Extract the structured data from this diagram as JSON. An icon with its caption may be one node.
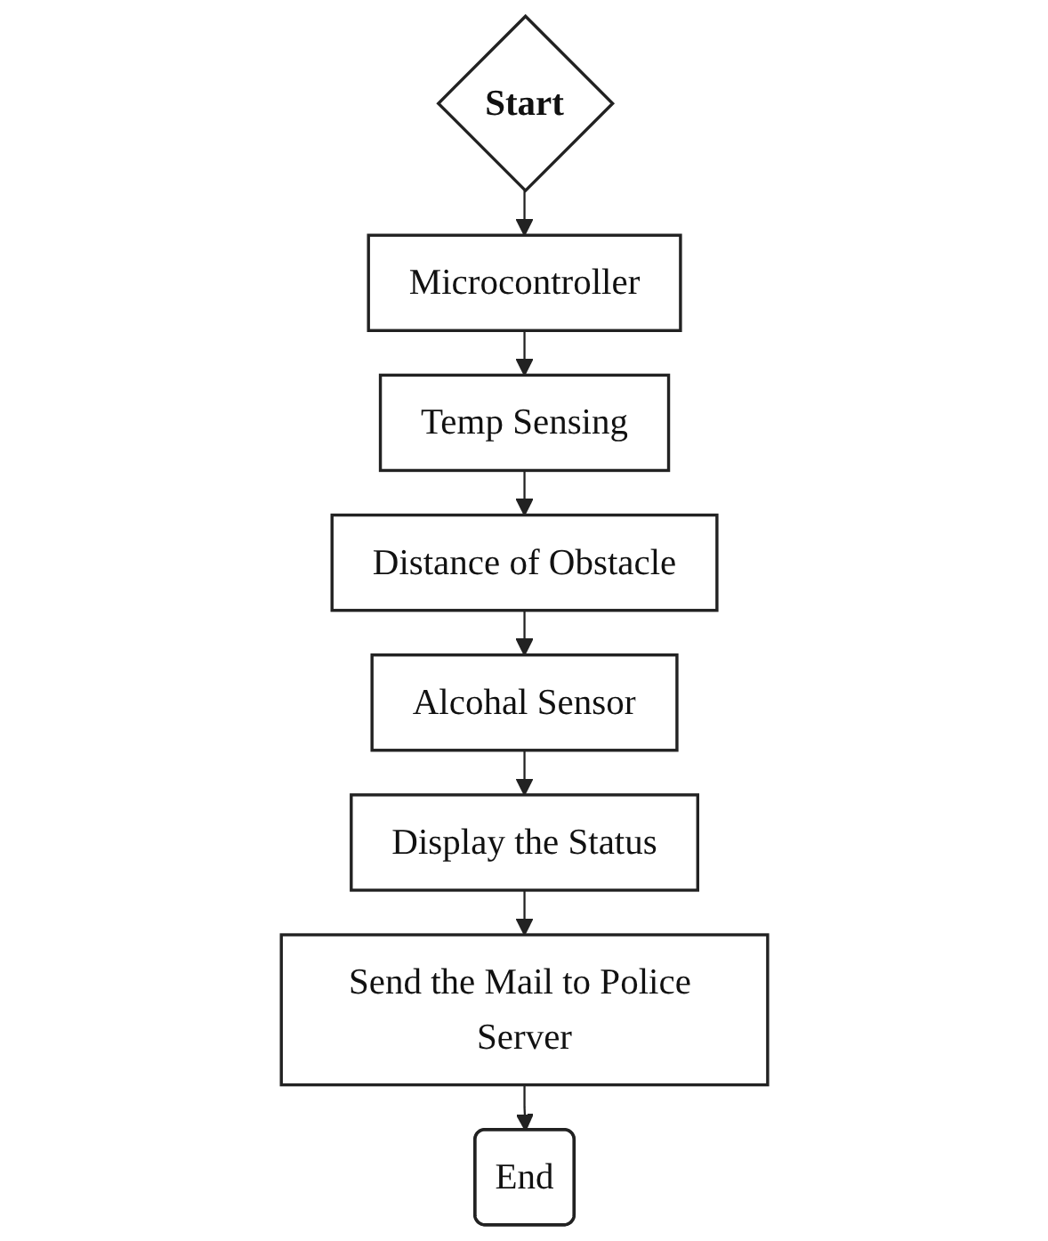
{
  "diagram": {
    "nodes": [
      {
        "text": [
          "Start"
        ]
      },
      {
        "text": [
          "Microcontroller"
        ]
      },
      {
        "text": [
          "Temp Sensing"
        ]
      },
      {
        "text": [
          "Distance of Obstacle"
        ]
      },
      {
        "text": [
          "Alcohal Sensor"
        ]
      },
      {
        "text": [
          "Display the Status"
        ]
      },
      {
        "text": [
          "Send the Mail to Police Server"
        ]
      },
      {
        "text": [
          "End"
        ]
      }
    ],
    "edges": [
      {
        "from": 0,
        "to": 1,
        "arrow": "to"
      },
      {
        "from": 1,
        "to": 2,
        "arrow": "to"
      },
      {
        "from": 2,
        "to": 3,
        "arrow": "to"
      },
      {
        "from": 3,
        "to": 4,
        "arrow": "to"
      },
      {
        "from": 4,
        "to": 5,
        "arrow": "to"
      },
      {
        "from": 5,
        "to": 6,
        "arrow": "to"
      },
      {
        "from": 6,
        "to": 7,
        "arrow": "to"
      }
    ]
  }
}
